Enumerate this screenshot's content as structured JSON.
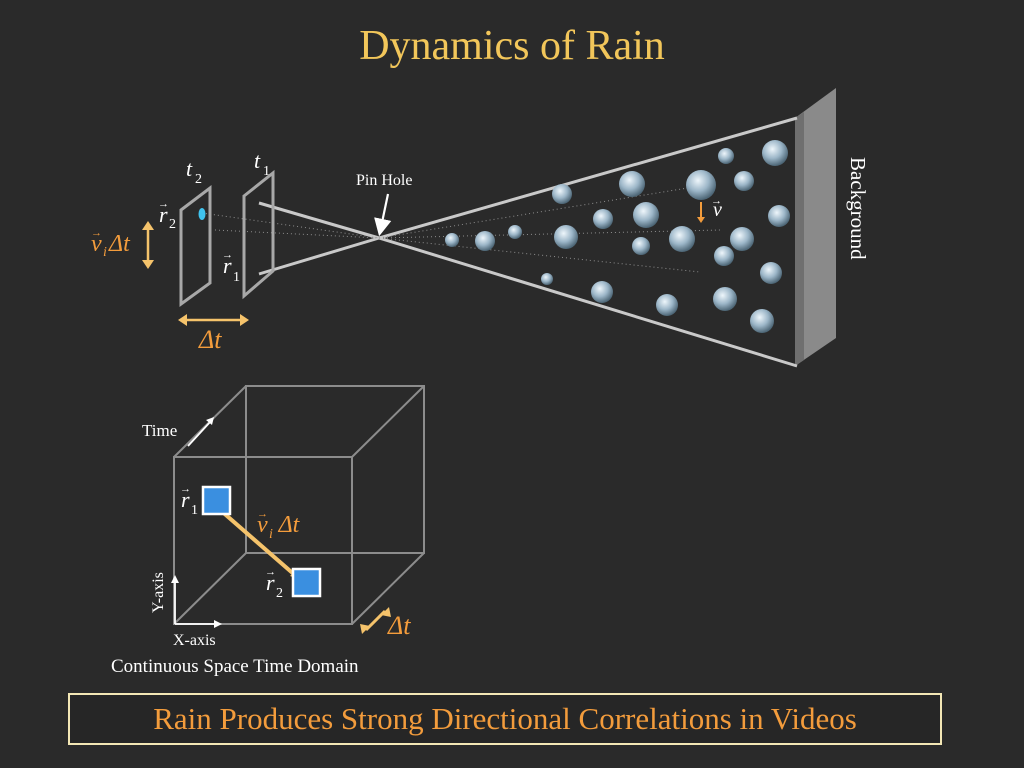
{
  "title": "Dynamics of Rain",
  "caption": "Rain Produces Strong Directional Correlations in Videos",
  "camera": {
    "pinhole_label": "Pin Hole",
    "background_label": "Background",
    "t2_label": "t",
    "t2_sub": "2",
    "t1_label": "t",
    "t1_sub": "1",
    "r2_label": "r",
    "r2_sub": "2",
    "r1_label": "r",
    "r1_sub": "1",
    "v_label": "v",
    "vi_dt_v": "v",
    "vi_dt_i": "i",
    "vi_dt_rest": "Δt",
    "dt_label": "Δt"
  },
  "cube": {
    "time_label": "Time",
    "y_axis_label": "Y-axis",
    "x_axis_label": "X-axis",
    "domain_label": "Continuous Space Time Domain",
    "r1_label": "r",
    "r1_sub": "1",
    "r2_label": "r",
    "r2_sub": "2",
    "vi_v": "v",
    "vi_i": "i",
    "vi_rest": " Δt",
    "dt_label": "Δt"
  },
  "colors": {
    "accent": "#f2c65a",
    "orange": "#f39c3c",
    "arrow": "#f5c36b",
    "blue": "#3a8fe0",
    "line": "#bdbdbd",
    "background": "#2a2a2a"
  }
}
